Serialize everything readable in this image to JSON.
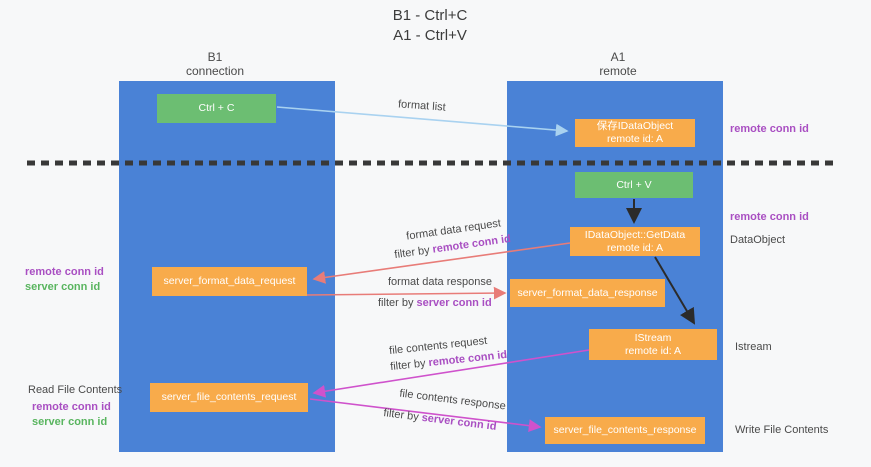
{
  "title": {
    "line1": "B1 - Ctrl+C",
    "line2": "A1 - Ctrl+V"
  },
  "lanes": {
    "left": {
      "title": "B1",
      "subtitle": "connection"
    },
    "right": {
      "title": "A1",
      "subtitle": "remote"
    }
  },
  "nodes": {
    "ctrl_c": {
      "label": "Ctrl + C"
    },
    "ctrl_v": {
      "label": "Ctrl + V"
    },
    "save_idataobject": {
      "line1": "保存IDataObject",
      "line2": "remote id: A"
    },
    "getdata": {
      "line1": "IDataObject::GetData",
      "line2": "remote id: A"
    },
    "istream": {
      "line1": "IStream",
      "line2": "remote id: A"
    },
    "format_request": {
      "label": "server_format_data_request"
    },
    "format_response": {
      "label": "server_format_data_response"
    },
    "file_request": {
      "label": "server_file_contents_request"
    },
    "file_response": {
      "label": "server_file_contents_response"
    }
  },
  "edge_labels": {
    "format_list": "format list",
    "format_data_request": "format data request",
    "format_data_response": "format data response",
    "file_contents_request": "file contents request",
    "file_contents_response": "file contents response",
    "filter_prefix": "filter by ",
    "remote_conn_id": "remote conn id",
    "server_conn_id": "server conn id"
  },
  "side_labels": {
    "right_top_remote": "remote conn id",
    "right_mid_remote": "remote conn id",
    "right_dataobject": "DataObject",
    "right_istream": "Istream",
    "right_write": "Write File Contents",
    "left_format_remote": "remote conn id",
    "left_format_server": "server conn id",
    "left_read": "Read File Contents",
    "left_file_remote": "remote conn id",
    "left_file_server": "server conn id"
  },
  "colors": {
    "lane_blue": "#4a82d6",
    "node_orange": "#f8ab4b",
    "node_green": "#6cbe72",
    "arrow_red": "#e87c78",
    "arrow_magenta": "#cf52cc",
    "arrow_lightblue": "#a9d2f0",
    "arrow_black": "#2b2b2b",
    "label_purple": "#a94fc2",
    "label_green": "#59b55f"
  }
}
